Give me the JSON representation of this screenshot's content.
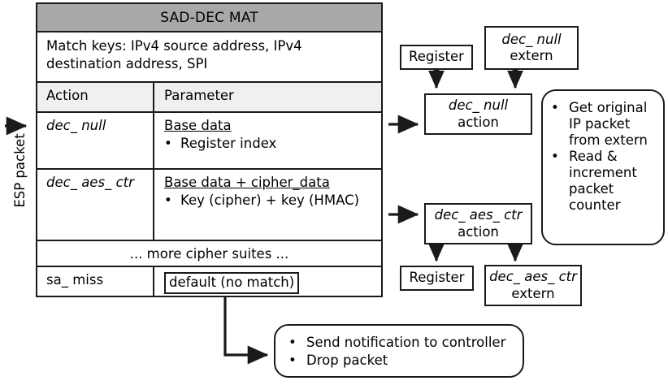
{
  "flow_label": "ESP packet",
  "mat": {
    "title": "SAD-DEC MAT",
    "match_keys": "Match keys: IPv4 source address, IPv4 destination address, SPI",
    "col_action": "Action",
    "col_parameter": "Parameter",
    "rows": [
      {
        "action": "dec_ null",
        "param_heading": "Base data",
        "param_bullets": [
          "Register index"
        ]
      },
      {
        "action": "dec_ aes_ ctr",
        "param_heading": "Base data + cipher_data",
        "param_bullets": [
          "Key (cipher) + key (HMAC)"
        ]
      }
    ],
    "more_row": "... more cipher suites ...",
    "miss_row": {
      "action": "sa_ miss",
      "param": "default (no match)"
    }
  },
  "pipeline": {
    "null_branch": {
      "register": "Register",
      "extern_name": "dec_ null",
      "extern_sub": "extern",
      "action_name": "dec_ null",
      "action_sub": "action"
    },
    "aes_branch": {
      "register": "Register",
      "extern_name": "dec_ aes_ ctr",
      "extern_sub": "extern",
      "action_name": "dec_ aes_ ctr",
      "action_sub": "action"
    }
  },
  "notes": {
    "extern_note": [
      "Get original IP packet from extern",
      "Read & increment packet counter"
    ],
    "miss_note": [
      "Send notification to controller",
      "Drop packet"
    ]
  },
  "colors": {
    "stroke": "#1a1a1a",
    "title_fill": "#a8a8a8",
    "colhead_fill": "#f0f0f0",
    "background": "#ffffff"
  }
}
